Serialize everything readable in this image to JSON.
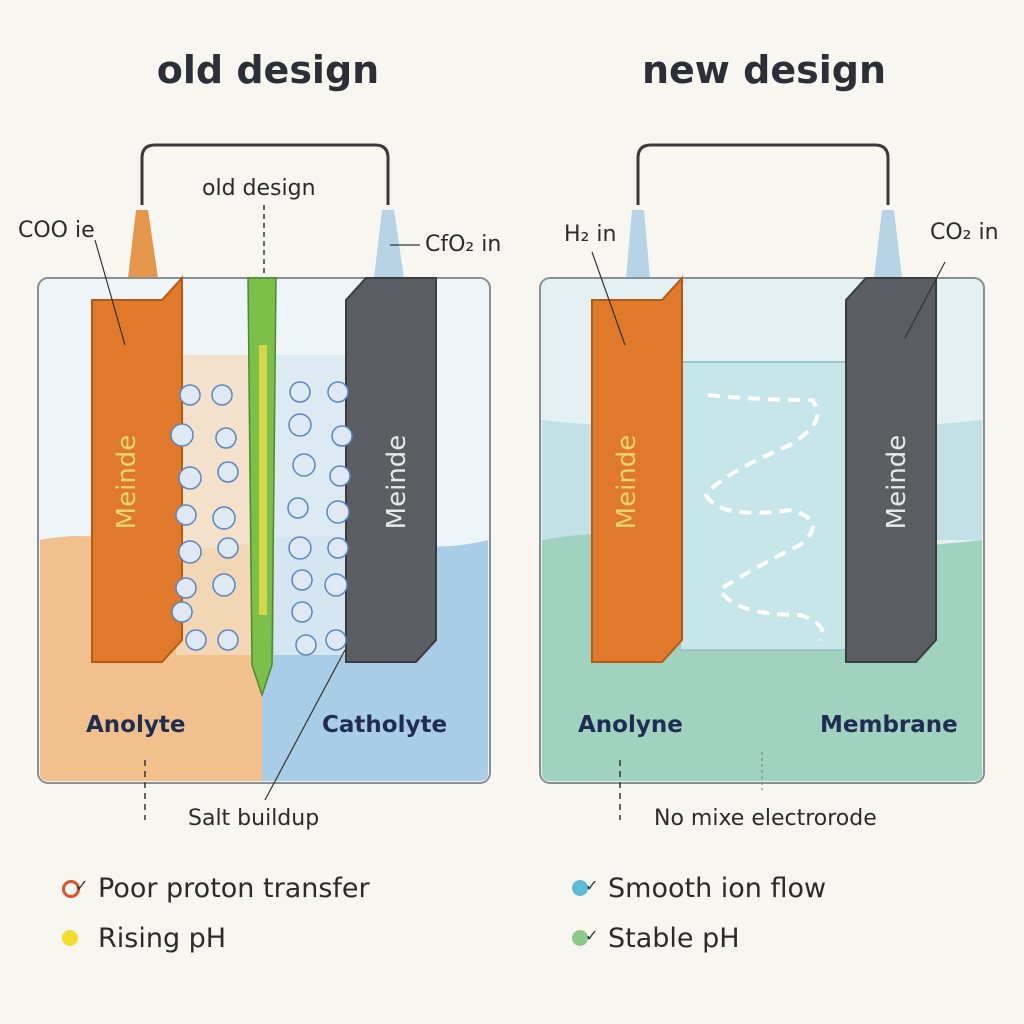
{
  "panels": {
    "old": {
      "title": "old design",
      "center_label": "old design",
      "inlet_left": "COO ie",
      "inlet_right": "CfO₂ in",
      "electrode_left": "Meinde",
      "electrode_right": "Meinde",
      "chamber_left": "Anolyte",
      "chamber_right": "Catholyte",
      "bottom_label": "Salt buildup"
    },
    "new": {
      "title": "new design",
      "inlet_left": "H₂ in",
      "inlet_right": "CO₂ in",
      "electrode_left": "Meinde",
      "electrode_right": "Meinde",
      "chamber_left": "Anolyne",
      "chamber_right": "Membrane",
      "bottom_label": "No mixe electrorode"
    }
  },
  "legend": {
    "old": [
      {
        "label": "Poor proton transfer",
        "icon": "ring-check-icon",
        "color": "#d9542b"
      },
      {
        "label": "Rising pH",
        "icon": "dot-check-icon",
        "color": "#f2dc2e"
      }
    ],
    "new": [
      {
        "label": "Smooth ion flow",
        "icon": "dot-check-icon",
        "color": "#5bbcd6"
      },
      {
        "label": "Stable pH",
        "icon": "dot-check-icon",
        "color": "#8cc98a"
      }
    ]
  },
  "colors": {
    "anode": "#e07a2a",
    "cathode": "#5a5d61",
    "membrane_old": "#7cc04a",
    "anolyte": "#f1c08c",
    "catholyte": "#a9cde6",
    "new_fluid": "#9fd3c0",
    "title": "#2c2f36",
    "label_bold": "#1f2d52"
  }
}
